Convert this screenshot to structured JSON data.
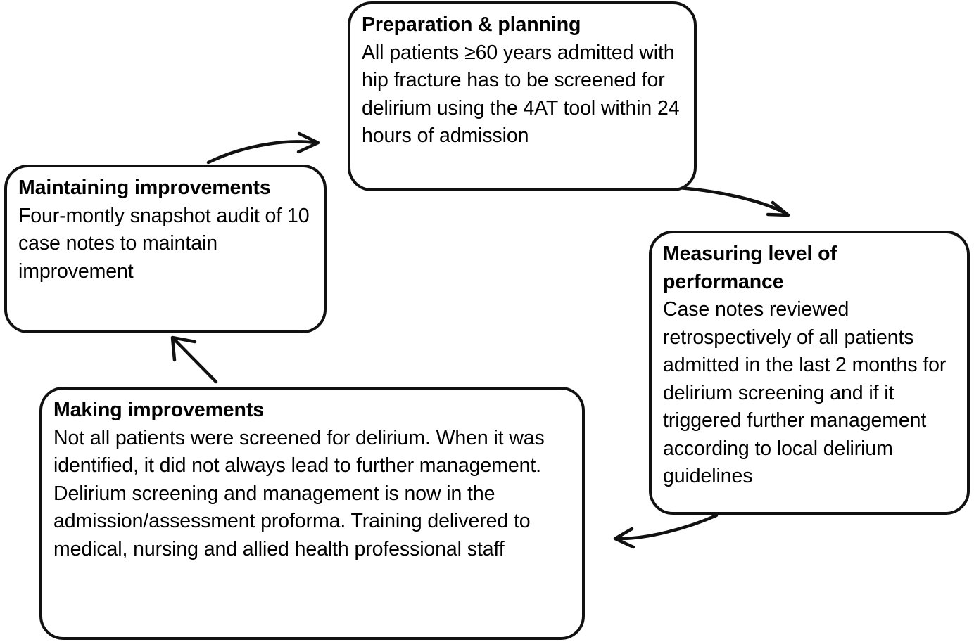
{
  "diagram": {
    "type": "cycle",
    "orientation": "clockwise",
    "background_color": "#ffffff",
    "stroke_color": "#111111",
    "text_color": "#000000",
    "nodes": [
      {
        "id": "preparation",
        "title": "Preparation & planning",
        "body": "All patients ≥60 years admitted with hip fracture has to be screened for delirium using the 4AT tool within 24 hours of admission"
      },
      {
        "id": "measuring",
        "title": "Measuring level of performance",
        "body": "Case notes reviewed retrospectively of all patients admitted in the last 2 months for delirium screening and if it triggered further management according to local delirium guidelines"
      },
      {
        "id": "making",
        "title": "Making improvements",
        "body": "Not all patients were screened for delirium. When it was identified, it did not always lead to further management.\nDelirium screening and management is now in the admission/assessment proforma. Training delivered to medical, nursing and allied health professional staff"
      },
      {
        "id": "maintaining",
        "title": "Maintaining improvements",
        "body": "Four-montly snapshot audit of 10 case notes to maintain improvement"
      }
    ],
    "arrows": [
      {
        "id": "maintaining-to-preparation",
        "from": "maintaining",
        "to": "preparation",
        "style": "curved",
        "direction": "right-up"
      },
      {
        "id": "preparation-to-measuring",
        "from": "preparation",
        "to": "measuring",
        "style": "curved",
        "direction": "right-down"
      },
      {
        "id": "measuring-to-making",
        "from": "measuring",
        "to": "making",
        "style": "curved",
        "direction": "left-down"
      },
      {
        "id": "making-to-maintaining",
        "from": "making",
        "to": "maintaining",
        "style": "straight",
        "direction": "left-up"
      }
    ]
  }
}
